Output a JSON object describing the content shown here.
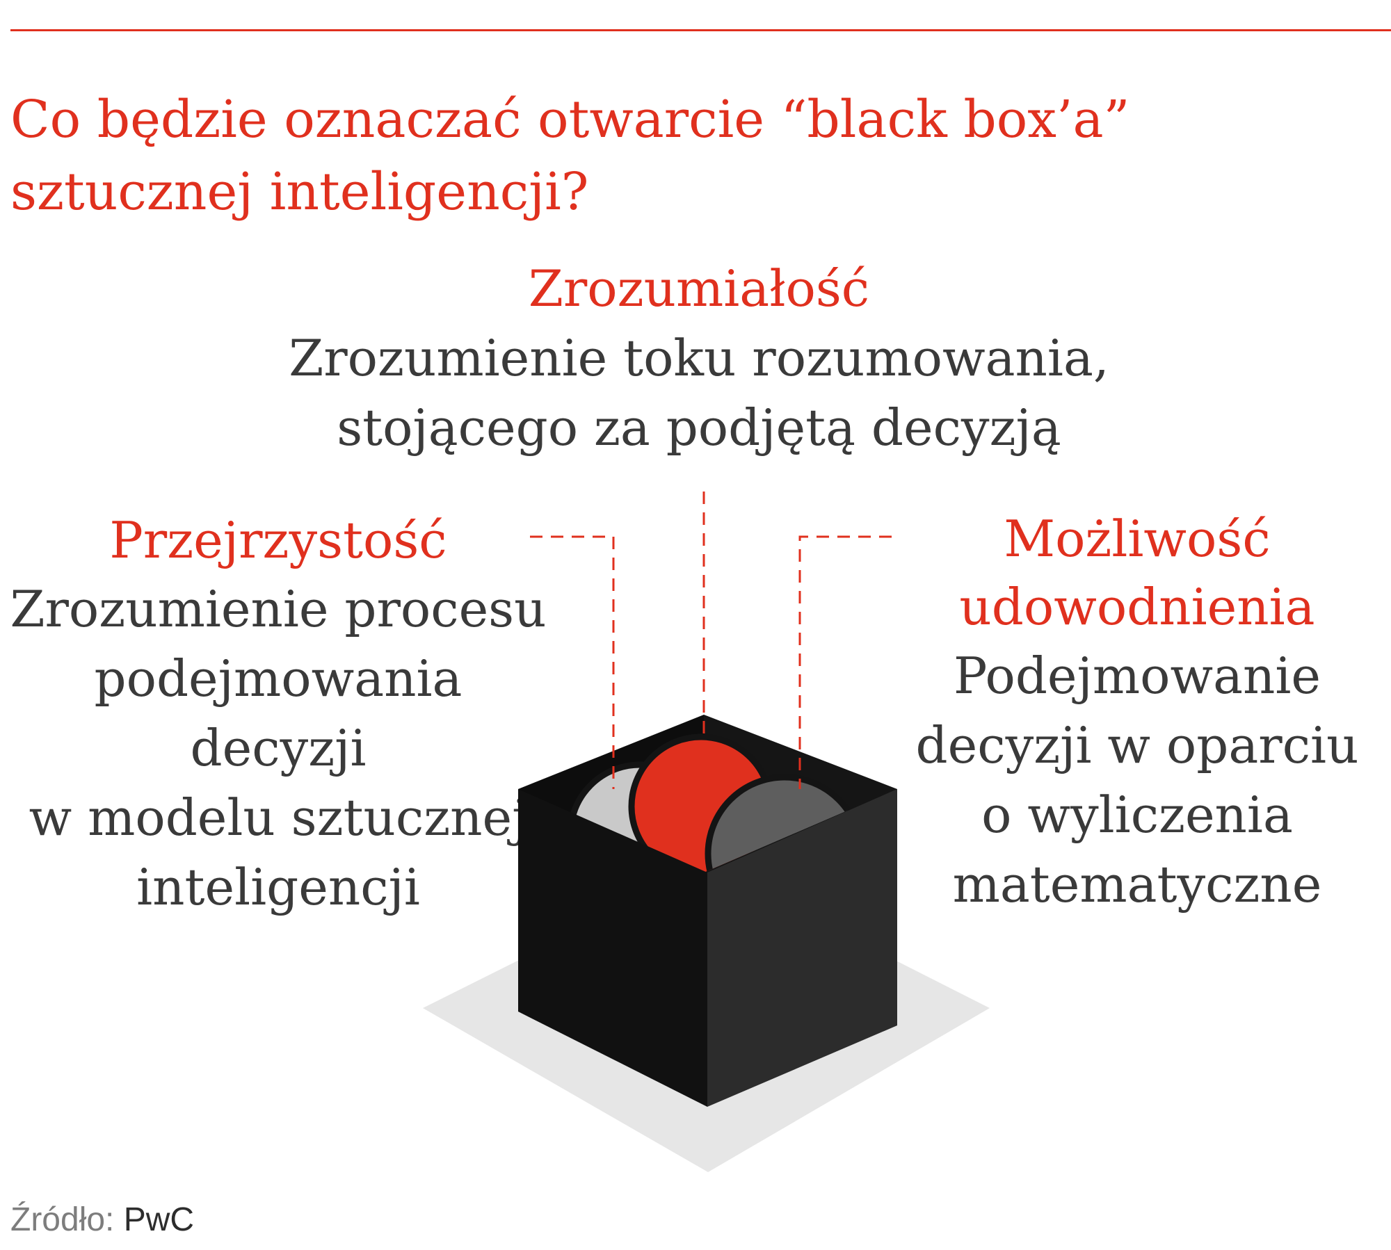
{
  "title": {
    "line1": "Co będzie oznaczać otwarcie “black box’a”",
    "line2": "sztucznej inteligencji?"
  },
  "concepts": {
    "top": {
      "heading": "Zrozumiałość",
      "description": [
        "Zrozumienie toku rozumowania,",
        "stojącego za podjętą decyzją"
      ]
    },
    "left": {
      "heading": "Przejrzystość",
      "description": [
        "Zrozumienie procesu",
        "podejmowania decyzji",
        "w modelu sztucznej",
        "inteligencji"
      ]
    },
    "right": {
      "heading": [
        "Możliwość",
        "udowodnienia"
      ],
      "description": [
        "Podejmowanie",
        "decyzji w oparciu",
        "o wyliczenia",
        "matematyczne"
      ]
    }
  },
  "source": {
    "label": "Źródło:",
    "value": "PwC"
  },
  "colors": {
    "accent": "#e0301e",
    "text": "#3a3a3a",
    "box": "#141414",
    "sphere_light": "#c9c9c9",
    "sphere_red": "#e0301e",
    "sphere_dark": "#5e5e5e"
  }
}
